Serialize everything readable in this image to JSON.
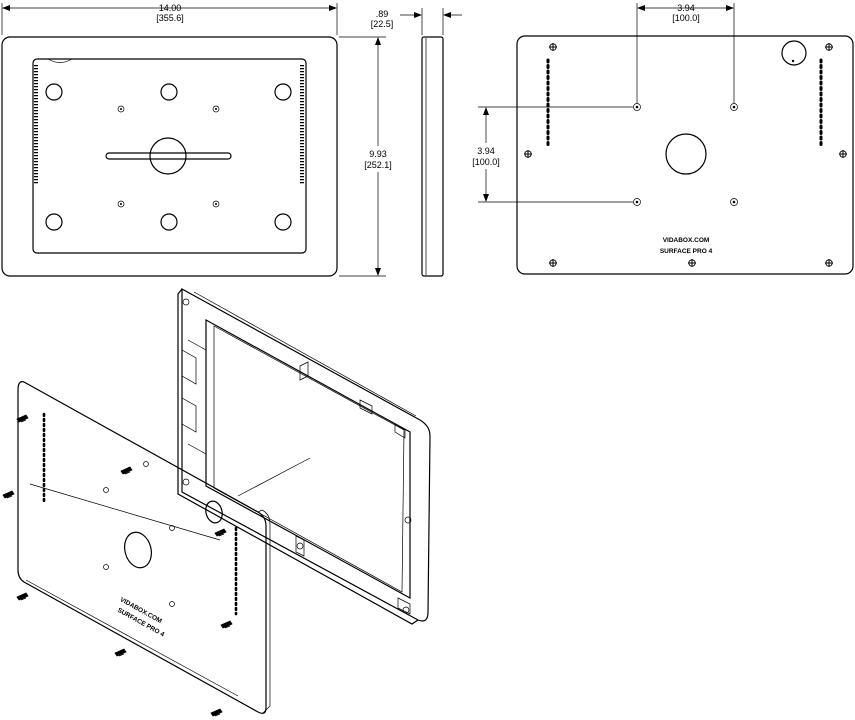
{
  "dimensions": {
    "width": {
      "in": "14.00",
      "mm": "[355.6]"
    },
    "depth": {
      "in": ".89",
      "mm": "[22.5]"
    },
    "height": {
      "in": "9.93",
      "mm": "[252.1]"
    },
    "vesa_horizontal": {
      "in": "3.94",
      "mm": "[100.0]"
    },
    "vesa_vertical": {
      "in": "3.94",
      "mm": "[100.0]"
    }
  },
  "back_label": {
    "line1": "VIDABOX.COM",
    "line2": "SURFACE PRO 4"
  },
  "iso_label": {
    "line1": "VIDABOX.COM",
    "line2": "SURFACE PRO 4"
  }
}
